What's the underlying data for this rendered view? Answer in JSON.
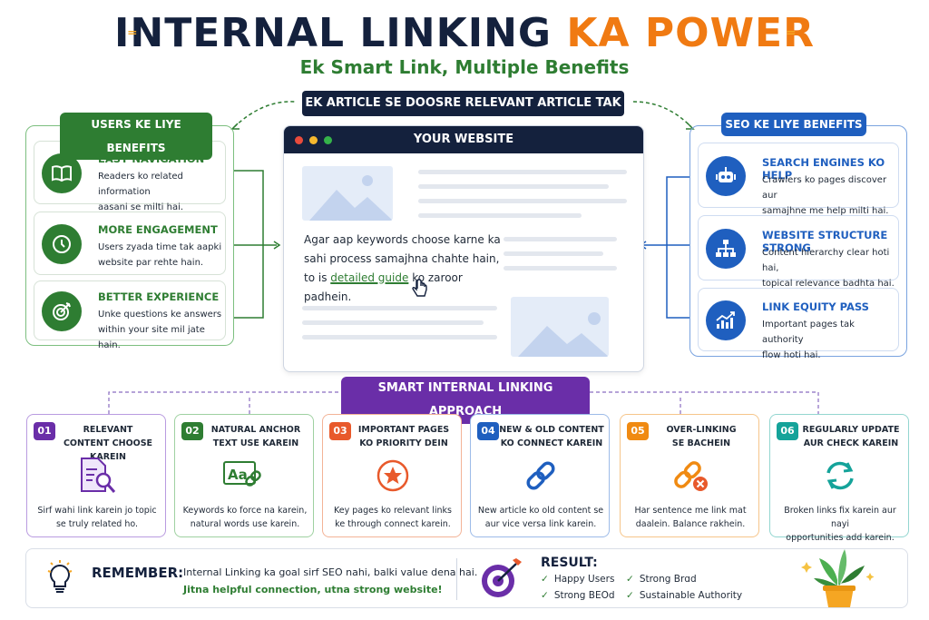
{
  "title": {
    "part1": "INTERNAL LINKING",
    "part2": "KA POWER"
  },
  "subtitle": "Ek Smart Link, Multiple Benefits",
  "banner": "EK ARTICLE SE DOOSRE RELEVANT ARTICLE TAK",
  "colors": {
    "navy": "#14213d",
    "orange": "#f07a12",
    "green": "#2e7d32",
    "blue": "#1f5fbf",
    "purple": "#6a2ea8"
  },
  "users": {
    "header": "USERS KE LIYE BENEFITS",
    "items": [
      {
        "icon": "book-icon",
        "title": "EASY NAVIGATION",
        "text": [
          "Readers ko related information",
          "aasani se milti hai."
        ]
      },
      {
        "icon": "clock-icon",
        "title": "MORE ENGAGEMENT",
        "text": [
          "Users zyada time tak aapki",
          "website par rehte hain."
        ]
      },
      {
        "icon": "target-icon",
        "title": "BETTER EXPERIENCE",
        "text": [
          "Unke questions ke answers",
          "within your site mil jate hain."
        ]
      }
    ]
  },
  "seo": {
    "header": "SEO KE LIYE BENEFITS",
    "items": [
      {
        "icon": "robot-icon",
        "title": "SEARCH ENGINES KO HELP",
        "text": [
          "Crawlers ko pages discover aur",
          "samajhne me help milti hai."
        ]
      },
      {
        "icon": "sitemap-icon",
        "title": "WEBSITE STRUCTURE STRONG",
        "text": [
          "Content hierarchy clear hoti hai,",
          "topical relevance badhta hai."
        ]
      },
      {
        "icon": "growth-chart-icon",
        "title": "LINK EQUITY PASS",
        "text": [
          "Important pages tak authority",
          "flow hoti hai."
        ]
      }
    ]
  },
  "website": {
    "title": "YOUR WEBSITE",
    "text_before": "Agar aap keywords choose karne ka sahi process samajhna chahte hain, to is ",
    "link": "detailed guide",
    "text_after": " ko zaroor padhein."
  },
  "approach": {
    "header": "SMART INTERNAL LINKING APPROACH",
    "steps": [
      {
        "num": "01",
        "color": "#6a2ea8",
        "border": "#b99be0",
        "title": [
          "RELEVANT",
          "CONTENT CHOOSE KAREIN"
        ],
        "icon": "document-search-icon",
        "text": [
          "Sirf wahi link karein jo topic",
          "se truly related ho."
        ]
      },
      {
        "num": "02",
        "color": "#2e7d32",
        "border": "#9fd1a1",
        "title": [
          "NATURAL ANCHOR",
          "TEXT USE KAREIN"
        ],
        "icon": "anchor-text-icon",
        "icon_text": "Aa",
        "text": [
          "Keywords ko force na karein,",
          "natural words use karein."
        ]
      },
      {
        "num": "03",
        "color": "#e8592b",
        "border": "#f3b397",
        "title": [
          "IMPORTANT PAGES",
          "KO PRIORITY DEIN"
        ],
        "icon": "star-badge-icon",
        "text": [
          "Key pages ko relevant links",
          "ke through connect karein."
        ]
      },
      {
        "num": "04",
        "color": "#1f5fbf",
        "border": "#9dbbe8",
        "title": [
          "NEW & OLD CONTENT",
          "KO CONNECT KAREIN"
        ],
        "icon": "link-icon",
        "text": [
          "New article ko old content se",
          "aur vice versa link karein."
        ]
      },
      {
        "num": "05",
        "color": "#f08a12",
        "border": "#f6c58a",
        "title": [
          "OVER-LINKING",
          "SE BACHEIN"
        ],
        "icon": "broken-link-icon",
        "text": [
          "Har sentence me link mat",
          "daalein. Balance rakhein."
        ]
      },
      {
        "num": "06",
        "color": "#15a39a",
        "border": "#93d6d0",
        "title": [
          "REGULARLY UPDATE",
          "AUR CHECK KAREIN"
        ],
        "icon": "refresh-icon",
        "text": [
          "Broken links fix karein aur nayi",
          "opportunities add karein."
        ]
      }
    ]
  },
  "remember": {
    "label": "REMEMBER:",
    "line1": "Internal Linking ka goal sirf SEO nahi, balki value dena hai.",
    "line2": "Jitna helpful connection, utna strong website!"
  },
  "result": {
    "label": "RESULT:",
    "items": [
      "Happy Users",
      "Strong Brɑd",
      "Strong BEOd",
      "Sustainable Authority"
    ]
  }
}
